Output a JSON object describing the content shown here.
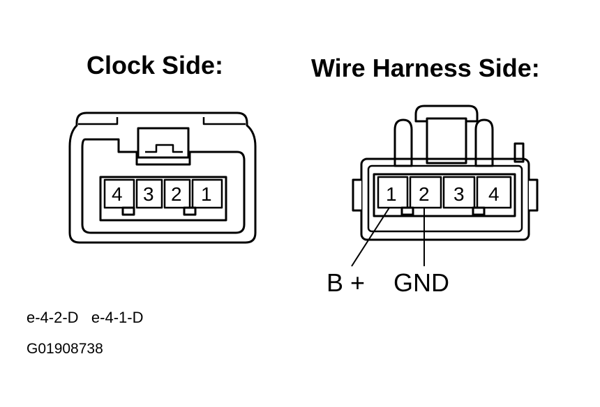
{
  "clock_side": {
    "title": "Clock Side:",
    "pins": [
      "4",
      "3",
      "2",
      "1"
    ]
  },
  "harness_side": {
    "title": "Wire Harness Side:",
    "pins": [
      "1",
      "2",
      "3",
      "4"
    ],
    "labels": {
      "b_plus": "B +",
      "gnd": "GND"
    }
  },
  "codes": "e-4-2-D   e-4-1-D",
  "figure_id": "G01908738"
}
